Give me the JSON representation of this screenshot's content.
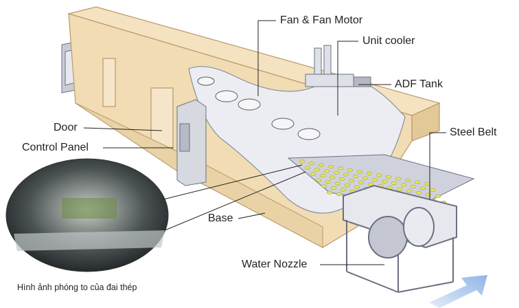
{
  "labels": {
    "fan_motor": "Fan & Fan Motor",
    "unit_cooler": "Unit cooler",
    "adf_tank": "ADF Tank",
    "steel_belt": "Steel Belt",
    "door": "Door",
    "control_panel": "Control Panel",
    "base": "Base",
    "water_nozzle": "Water Nozzle"
  },
  "caption": "Hình ảnh phóng to của đai thép",
  "colors": {
    "body": "#f1dcb4",
    "body_edge": "#b89a6a",
    "steel": "#c9ccd6",
    "belt_dots": "#e6e35a",
    "arrow": "#a9c8ec"
  }
}
